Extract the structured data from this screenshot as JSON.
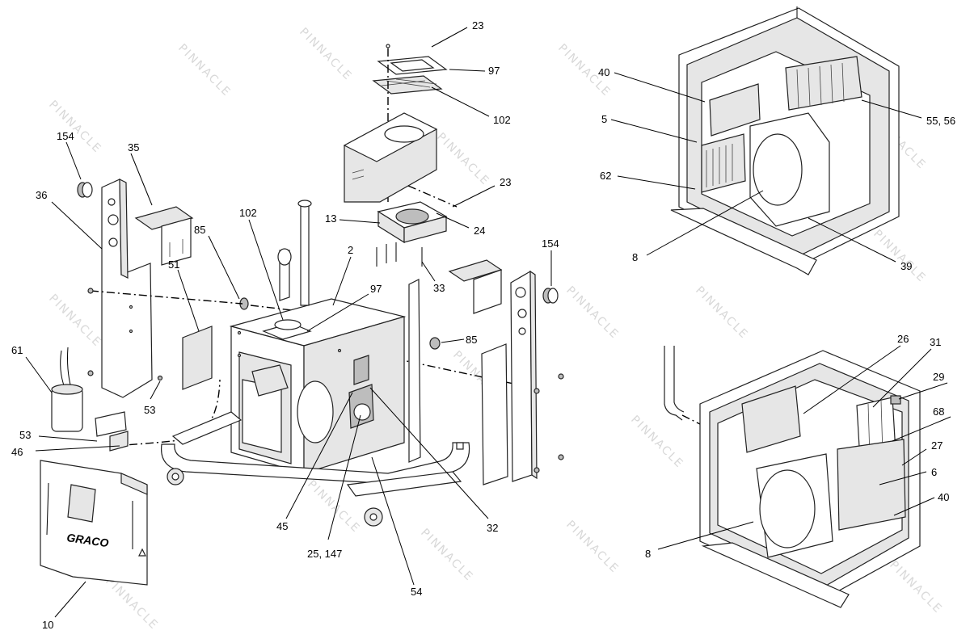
{
  "watermark": {
    "text": "PINNACLE"
  },
  "brand": {
    "logo_text": "GRACO"
  },
  "callouts": [
    {
      "id": "c-23-top",
      "label": "23"
    },
    {
      "id": "c-97-top",
      "label": "97"
    },
    {
      "id": "c-102-top",
      "label": "102"
    },
    {
      "id": "c-23-mid",
      "label": "23"
    },
    {
      "id": "c-13",
      "label": "13"
    },
    {
      "id": "c-24",
      "label": "24"
    },
    {
      "id": "c-33",
      "label": "33"
    },
    {
      "id": "c-154-left",
      "label": "154"
    },
    {
      "id": "c-35",
      "label": "35"
    },
    {
      "id": "c-36",
      "label": "36"
    },
    {
      "id": "c-85-left",
      "label": "85"
    },
    {
      "id": "c-102-mid",
      "label": "102"
    },
    {
      "id": "c-2",
      "label": "2"
    },
    {
      "id": "c-97-mid",
      "label": "97"
    },
    {
      "id": "c-51",
      "label": "51"
    },
    {
      "id": "c-154-right",
      "label": "154"
    },
    {
      "id": "c-85-right",
      "label": "85"
    },
    {
      "id": "c-61",
      "label": "61"
    },
    {
      "id": "c-53-a",
      "label": "53"
    },
    {
      "id": "c-53-b",
      "label": "53"
    },
    {
      "id": "c-46",
      "label": "46"
    },
    {
      "id": "c-10",
      "label": "10"
    },
    {
      "id": "c-45",
      "label": "45"
    },
    {
      "id": "c-25-147",
      "label": "25, 147"
    },
    {
      "id": "c-54",
      "label": "54"
    },
    {
      "id": "c-32",
      "label": "32"
    },
    {
      "id": "c-40-top",
      "label": "40"
    },
    {
      "id": "c-5",
      "label": "5"
    },
    {
      "id": "c-62",
      "label": "62"
    },
    {
      "id": "c-8-top",
      "label": "8"
    },
    {
      "id": "c-39",
      "label": "39"
    },
    {
      "id": "c-55-56",
      "label": "55, 56"
    },
    {
      "id": "c-26",
      "label": "26"
    },
    {
      "id": "c-31",
      "label": "31"
    },
    {
      "id": "c-29",
      "label": "29"
    },
    {
      "id": "c-68",
      "label": "68"
    },
    {
      "id": "c-27",
      "label": "27"
    },
    {
      "id": "c-6",
      "label": "6"
    },
    {
      "id": "c-40-bottom",
      "label": "40"
    },
    {
      "id": "c-8-bottom",
      "label": "8"
    }
  ]
}
